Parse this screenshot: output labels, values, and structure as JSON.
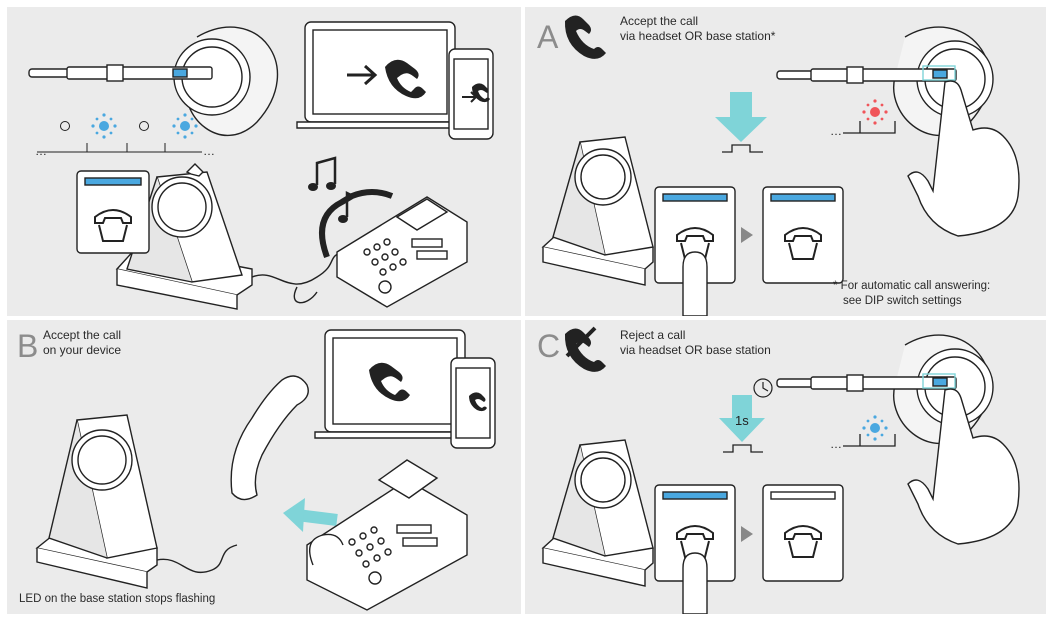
{
  "colors": {
    "panel_bg": "#ebebeb",
    "led_blue": "#4aa8e0",
    "led_red": "#f0555a",
    "arrow_teal": "#7fd4d8",
    "line": "#2a2a2a"
  },
  "icons": [
    "headset-icon",
    "laptop-icon",
    "smartphone-icon",
    "desk-phone-icon",
    "base-station-icon",
    "phone-handset-icon",
    "hand-icon",
    "music-notes-icon",
    "timer-icon"
  ],
  "panel_a": {
    "letter": "A",
    "title_line1": "Accept the call",
    "title_line2": "via headset OR base station*",
    "footnote_line1": "* For automatic call answering:",
    "footnote_line2": "see DIP switch settings"
  },
  "panel_b": {
    "letter": "B",
    "title_line1": "Accept the call",
    "title_line2": "on your device",
    "footer": "LED on the base station stops flashing"
  },
  "panel_c": {
    "letter": "C",
    "title_line1": "Reject a call",
    "title_line2": "via headset OR base station",
    "hold_label": "1s"
  }
}
